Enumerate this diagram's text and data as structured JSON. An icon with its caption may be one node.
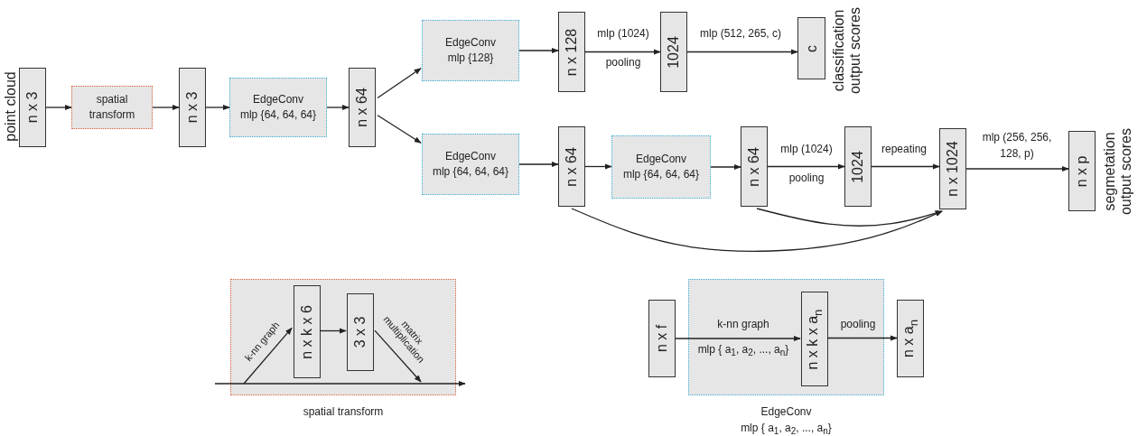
{
  "diagram": {
    "nodes": [
      {
        "text": [
          "n x 3"
        ],
        "beside": [
          "point cloud"
        ]
      },
      {
        "text": [
          "spatial transform"
        ]
      },
      {
        "text": [
          "n x 3"
        ]
      },
      {
        "text": [
          "EdgeConv",
          "mlp {64, 64, 64}"
        ]
      },
      {
        "text": [
          "n x 64"
        ]
      },
      {
        "text": [
          "EdgeConv",
          "mlp {128}"
        ]
      },
      {
        "text": [
          "n x 128"
        ]
      },
      {
        "text": [
          "1024"
        ]
      },
      {
        "text": [
          "c"
        ],
        "beside": [
          "classification output scores"
        ]
      },
      {
        "text": [
          "EdgeConv",
          "mlp {64, 64, 64}"
        ]
      },
      {
        "text": [
          "n x 64"
        ]
      },
      {
        "text": [
          "EdgeConv",
          "mlp {64, 64, 64}"
        ]
      },
      {
        "text": [
          "n x 64"
        ]
      },
      {
        "text": [
          "1024"
        ]
      },
      {
        "text": [
          "n x 1024"
        ]
      },
      {
        "text": [
          "n x p"
        ],
        "beside": [
          "segmetation output scores"
        ]
      },
      {
        "text": [
          "spatial transform"
        ]
      },
      {
        "text": [
          "n x k x 6"
        ],
        "in": 16
      },
      {
        "text": [
          "3 x 3"
        ],
        "in": 16
      },
      {
        "text": [
          "n x f"
        ]
      },
      {
        "text": [
          "EdgeConv",
          "mlp { a$_{1}$, a$_{2}$, ..., a$_{n}$}"
        ]
      },
      {
        "text": [
          "n x k x a$_{n}$"
        ],
        "in": 20
      },
      {
        "text": [
          "n x a$_{n}$"
        ]
      }
    ],
    "edges": [
      {
        "from": 0,
        "to": 1,
        "arrow": "to"
      },
      {
        "from": 1,
        "to": 2,
        "arrow": "to"
      },
      {
        "from": 2,
        "to": 3,
        "arrow": "to"
      },
      {
        "from": 3,
        "to": 4,
        "arrow": "to"
      },
      {
        "from": 4,
        "to": 5,
        "arrow": "to"
      },
      {
        "from": 4,
        "to": 9,
        "arrow": "to"
      },
      {
        "from": 5,
        "to": 6,
        "arrow": "to"
      },
      {
        "from": 6,
        "to": 7,
        "arrow": "to",
        "label": "mlp (1024)"
      },
      {
        "from": 7,
        "to": 8,
        "arrow": "to",
        "label": "mlp (512, 265, c)"
      },
      {
        "from": 9,
        "to": 10,
        "arrow": "to"
      },
      {
        "from": 10,
        "to": 11,
        "arrow": "to"
      },
      {
        "from": 11,
        "to": 12,
        "arrow": "to"
      },
      {
        "from": 12,
        "to": 13,
        "arrow": "to",
        "label": "mlp (1024)"
      },
      {
        "from": 13,
        "to": 14,
        "arrow": "to",
        "label": "repeating"
      },
      {
        "from": 14,
        "to": 15,
        "arrow": "to",
        "label": "mlp (256, 256, 128, p)"
      },
      {
        "from": 10,
        "to": 14,
        "arrow": "to"
      },
      {
        "from": 12,
        "to": 14,
        "arrow": "to"
      },
      {
        "from": null,
        "to": 17,
        "arrow": "to",
        "label": "k-nn graph"
      },
      {
        "from": 17,
        "to": 18,
        "arrow": "to"
      },
      {
        "from": 18,
        "to": null,
        "arrow": "to",
        "label": "matrix multiplication"
      },
      {
        "from": 19,
        "to": 21,
        "arrow": "to",
        "label": "k-nn graph"
      },
      {
        "from": 21,
        "to": 22,
        "arrow": "to",
        "label": "pooling"
      }
    ],
    "labels": [
      "pooling",
      "pooling",
      "mlp { a$_{1}$, a$_{2}$, ..., a$_{n}$}"
    ]
  }
}
